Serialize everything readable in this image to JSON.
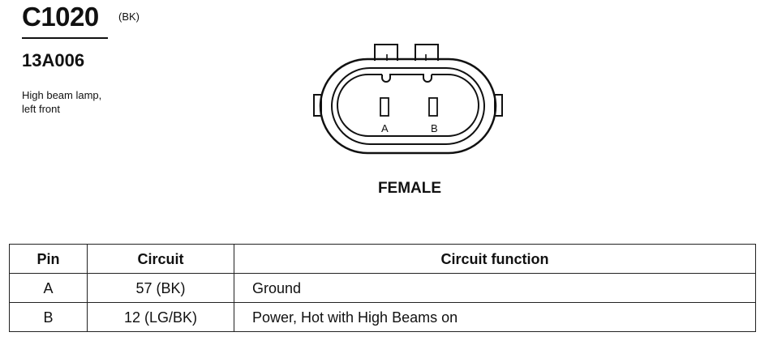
{
  "connector": {
    "id": "C1020",
    "color_code": "(BK)",
    "part_number": "13A006",
    "description_lines": [
      "High beam lamp,",
      "left front"
    ]
  },
  "diagram": {
    "pin_labels": [
      "A",
      "B"
    ],
    "gender": "FEMALE"
  },
  "table": {
    "headers": [
      "Pin",
      "Circuit",
      "Circuit function"
    ],
    "rows": [
      {
        "pin": "A",
        "circuit": "57 (BK)",
        "function": "Ground"
      },
      {
        "pin": "B",
        "circuit": "12 (LG/BK)",
        "function": "Power, Hot with High Beams on"
      }
    ]
  }
}
